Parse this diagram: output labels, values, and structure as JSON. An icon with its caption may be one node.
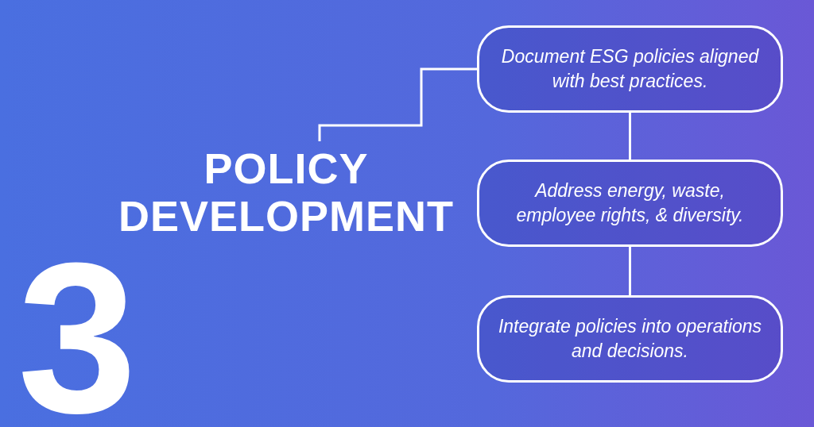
{
  "diagram": {
    "title": "POLICY DEVELOPMENT",
    "nodes": [
      {
        "text": [
          "Document ESG policies aligned with best practices."
        ]
      },
      {
        "text": [
          "Address energy, waste, employee rights, & diversity."
        ]
      },
      {
        "text": [
          "Integrate policies into operations and decisions."
        ]
      }
    ],
    "edges": [
      {
        "from": null,
        "to": 0,
        "arrow": "none"
      },
      {
        "from": 0,
        "to": 1,
        "arrow": "none"
      },
      {
        "from": 1,
        "to": 2,
        "arrow": "none"
      }
    ],
    "labels": [
      "3"
    ]
  }
}
